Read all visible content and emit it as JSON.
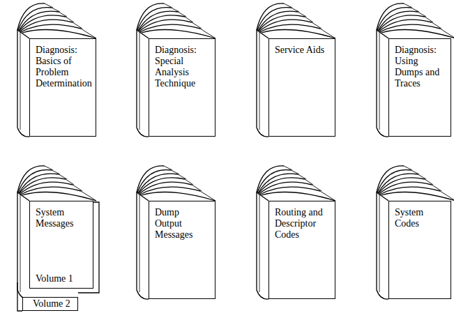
{
  "diagram": {
    "nodes": [
      {
        "text": [
          "Diagnosis: Basics of Problem Determination"
        ]
      },
      {
        "text": [
          "Diagnosis: Special Analysis Technique"
        ]
      },
      {
        "text": [
          "Service Aids"
        ]
      },
      {
        "text": [
          "Diagnosis: Using Dumps and Traces"
        ]
      },
      {
        "text": [
          "System Messages",
          "Volume 1"
        ]
      },
      {
        "text": [
          "Volume 2"
        ]
      },
      {
        "text": [
          "Dump Output Messages"
        ]
      },
      {
        "text": [
          "Routing and Descriptor Codes"
        ]
      },
      {
        "text": [
          "System Codes"
        ]
      }
    ]
  }
}
